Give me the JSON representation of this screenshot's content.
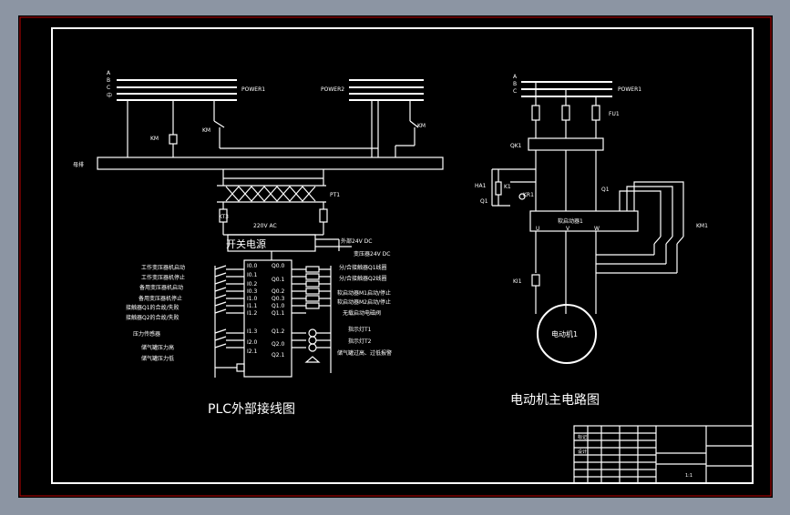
{
  "colors": {
    "window_bg": "#8c95a3",
    "canvas_bg": "#000000",
    "outer_border": "#c00000",
    "ink": "#ffffff"
  },
  "titles": {
    "plc": "PLC外部接线图",
    "motor": "电动机主电路图"
  },
  "plc": {
    "phases": [
      "A",
      "B",
      "C",
      "中"
    ],
    "power1": "POWER1",
    "power2": "POWER2",
    "km_left": "KM",
    "km_mid": "KM",
    "km_right": "KM",
    "busbar": "母排",
    "pt": "PT1",
    "kt": "KT3",
    "voltage": "220V AC",
    "switch_supply": "开关电源",
    "ext24": "外部24V DC",
    "trans24": "变压器24V DC",
    "input_labels": [
      "工作变压器机启动",
      "工作变压器机停止",
      "备用变压器机启动",
      "备用变压器机停止",
      "接触器Q1的合故/失败",
      "接触器Q2的合故/失败",
      "压力传感器",
      "储气罐压力高",
      "储气罐压力低"
    ],
    "inputs": [
      "I0.0",
      "I0.1",
      "I0.2",
      "I0.3",
      "I1.0",
      "I1.1",
      "I1.2",
      "I1.3",
      "I2.0",
      "I2.1"
    ],
    "outputs": [
      "Q0.0",
      "Q0.1",
      "Q0.2",
      "Q0.3",
      "Q1.0",
      "Q1.1",
      "Q1.2",
      "Q2.0",
      "Q2.1"
    ],
    "output_labels": [
      "分/合接触器Q1线圈",
      "分/合接触器Q2线圈",
      "软启动器M1启动/停止",
      "软启动器M2启动/停止",
      "无载启动电磁阀",
      "指示灯T1",
      "指示灯T2",
      "储气罐过高、过低报警"
    ]
  },
  "motor": {
    "phases": [
      "A",
      "B",
      "C"
    ],
    "power1": "POWER1",
    "fu": "FU1",
    "qk": "QK1",
    "ha": "HA1",
    "q1_left": "Q1",
    "q1_right": "Q1",
    "k1": "K1",
    "kr1": "KR1",
    "soft_starter": "软启动器1",
    "km": "KM1",
    "ki": "KI1",
    "motor": "电动机1",
    "terminals": [
      "U",
      "V",
      "W"
    ]
  },
  "title_block": {
    "label1": "标记",
    "label2": "设计",
    "scale": "1:1"
  }
}
